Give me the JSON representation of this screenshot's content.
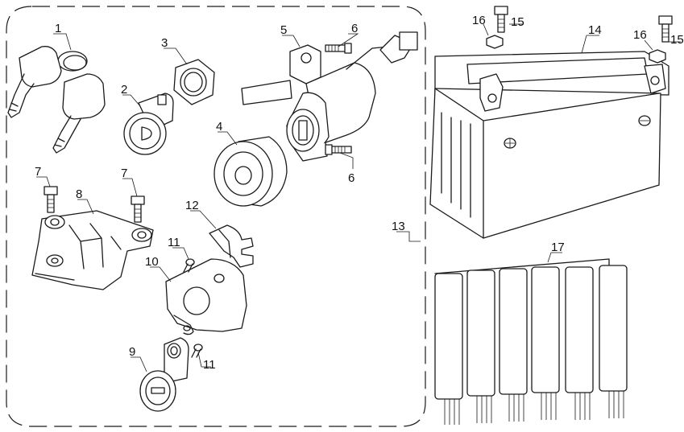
{
  "callouts": {
    "c1": "1",
    "c2": "2",
    "c3": "3",
    "c4": "4",
    "c5": "5",
    "c6a": "6",
    "c6b": "6",
    "c7a": "7",
    "c7b": "7",
    "c8": "8",
    "c9": "9",
    "c10": "10",
    "c11a": "11",
    "c11b": "11",
    "c12": "12",
    "c13": "13",
    "c14": "14",
    "c15a": "15",
    "c15b": "15",
    "c16a": "16",
    "c16b": "16",
    "c17": "17"
  }
}
